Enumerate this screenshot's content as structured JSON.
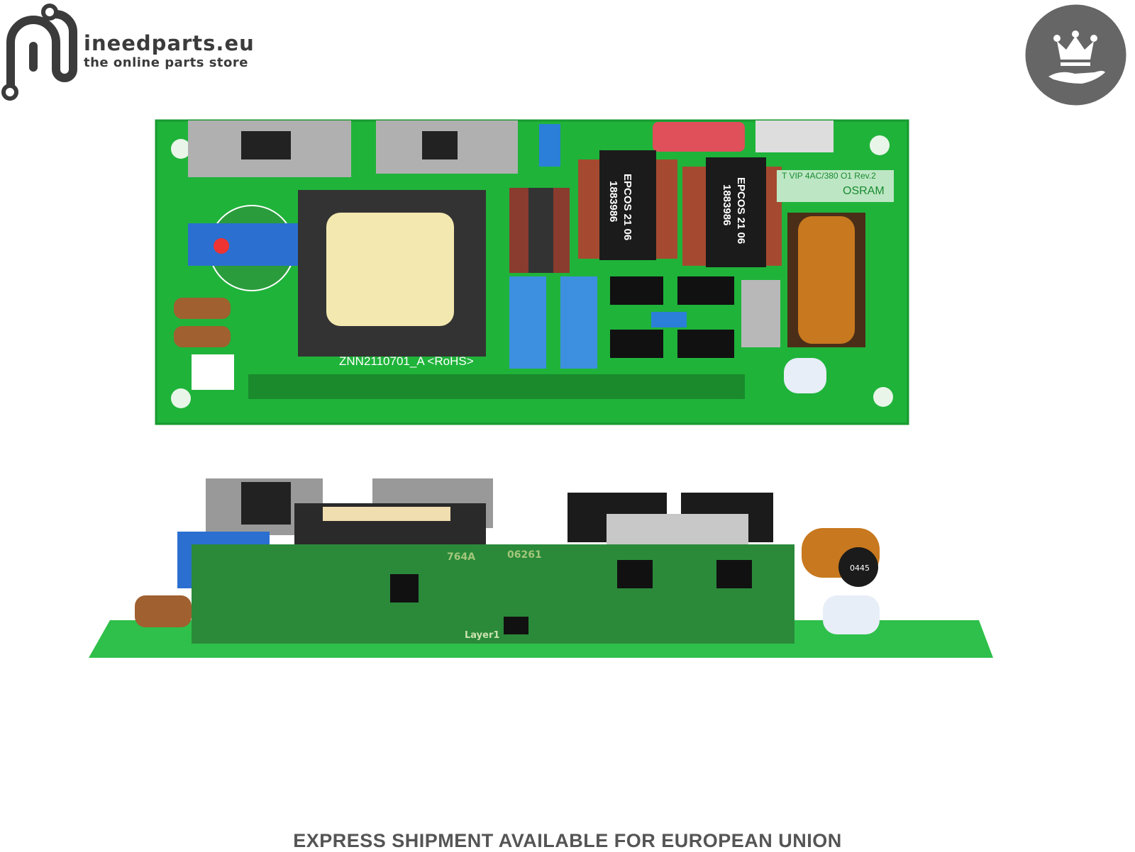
{
  "logo": {
    "brand": "ineedparts.eu",
    "tagline": "the online parts store",
    "color": "#3b3b3b"
  },
  "badge": {
    "icon": "crown-hand-icon",
    "color": "#666666"
  },
  "board_top": {
    "silkscreen": "ZNN2110701_A <RoHS>",
    "transformer_label_1": "EPCOS 21 06",
    "transformer_code_1": "1883986",
    "transformer_label_2": "EPCOS 21 06",
    "transformer_code_2": "1883986",
    "model": "T VIP 4AC/380 O1 Rev.2",
    "maker": "OSRAM",
    "pcb_color": "#1fb33a"
  },
  "board_bottom": {
    "code_1": "764A",
    "code_2": "06261",
    "layer": "Layer1",
    "choke": "0445"
  },
  "footer": {
    "text": "EXPRESS SHIPMENT AVAILABLE FOR EUROPEAN UNION"
  }
}
